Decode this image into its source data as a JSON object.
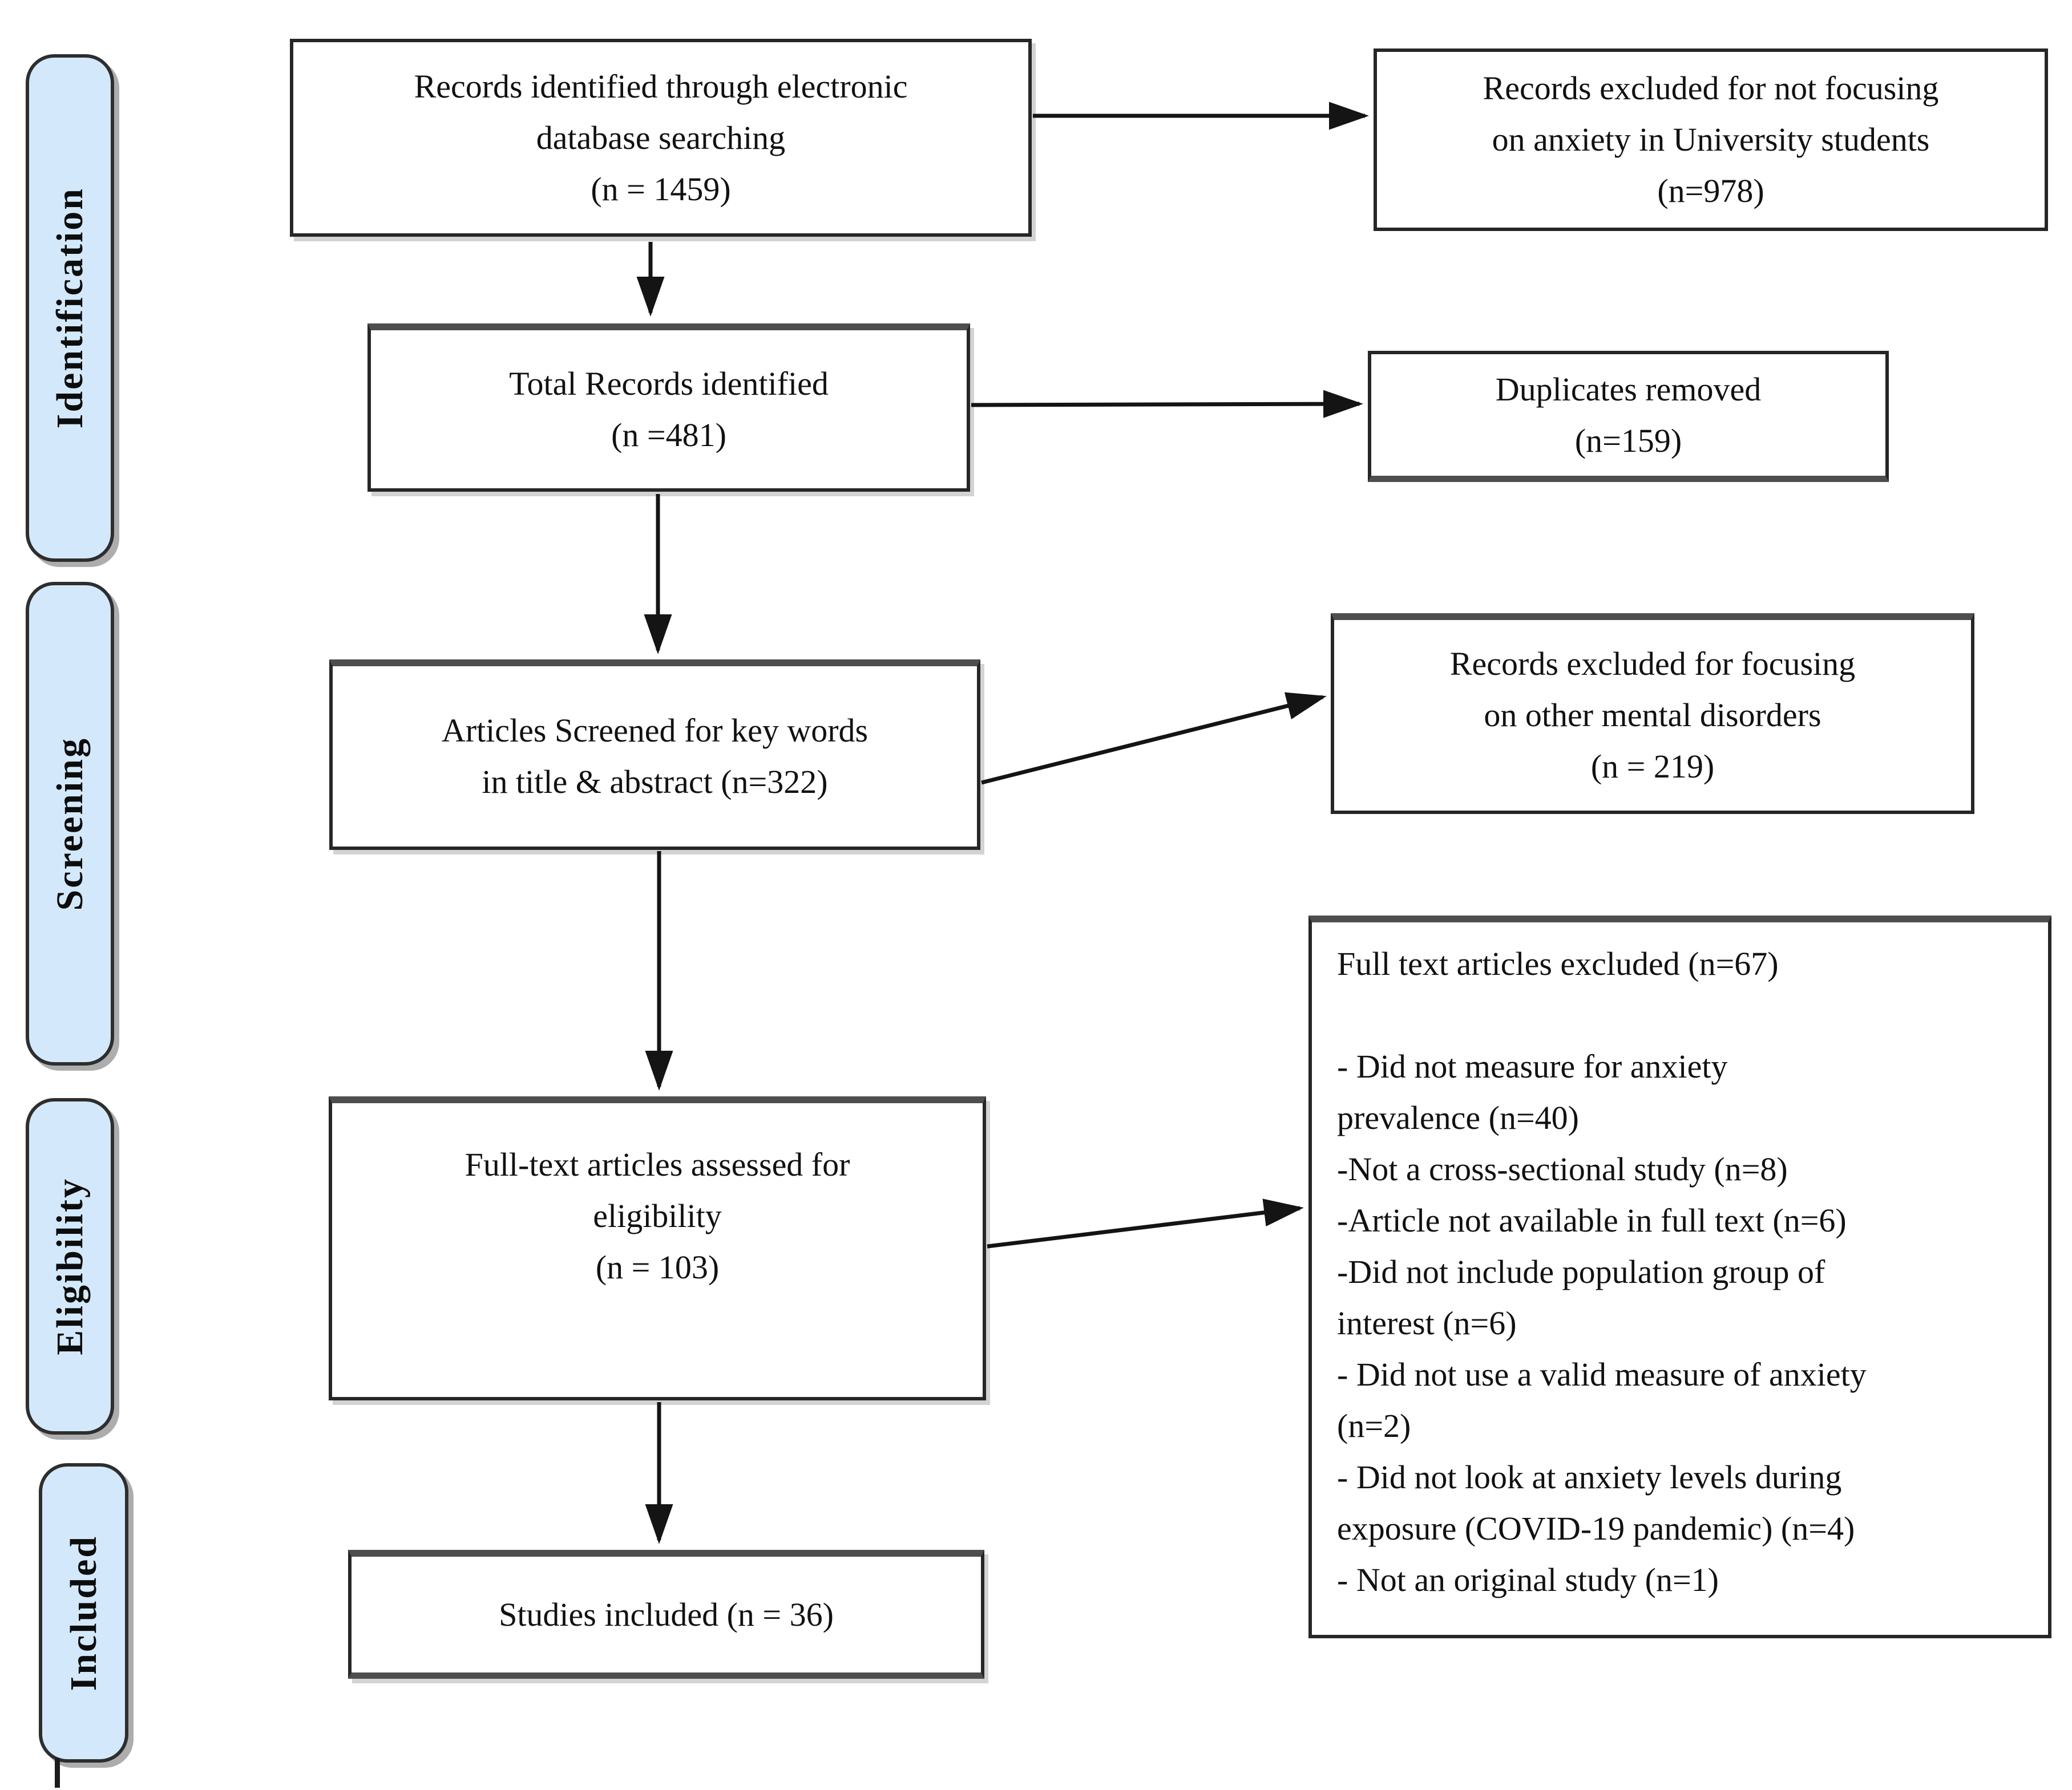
{
  "diagram": {
    "type": "PRISMA flow diagram",
    "stages": [
      {
        "label": "Identification"
      },
      {
        "label": "Screening"
      },
      {
        "label": "Eligibility"
      },
      {
        "label": "Included"
      }
    ],
    "boxes": {
      "identified": {
        "lines": [
          "Records identified through electronic",
          "database searching",
          "(n = 1459)"
        ]
      },
      "total_records": {
        "lines": [
          "Total Records identified",
          "(n =481)"
        ]
      },
      "screened": {
        "lines": [
          "Articles Screened for key words",
          "in title & abstract (n=322)"
        ]
      },
      "full_text_assessed": {
        "lines": [
          "Full-text articles assessed for",
          "eligibility",
          "(n = 103)"
        ]
      },
      "studies_included": {
        "lines": [
          "Studies included (n = 36)"
        ]
      },
      "excluded_not_focusing": {
        "lines": [
          "Records excluded for not focusing",
          "on anxiety in University students",
          "(n=978)"
        ]
      },
      "duplicates_removed": {
        "lines": [
          "Duplicates removed",
          "(n=159)"
        ]
      },
      "excluded_other_disorders": {
        "lines": [
          "Records excluded for focusing",
          "on other mental disorders",
          "(n = 219)"
        ]
      },
      "full_text_excluded": {
        "lines": [
          "Full text articles excluded (n=67)",
          "",
          "- Did not measure for anxiety",
          "prevalence (n=40)",
          "-Not a cross-sectional study (n=8)",
          "-Article not available in full text (n=6)",
          "-Did not include population group of",
          "interest (n=6)",
          "- Did not use a valid measure of anxiety",
          "(n=2)",
          "-  Did not look at anxiety levels during",
          "exposure (COVID-19 pandemic) (n=4)",
          "- Not an original study (n=1)"
        ]
      }
    },
    "colors": {
      "stage_fill": "#d3e9fb",
      "box_border": "#262626",
      "arrow": "#141414",
      "background": "#ffffff"
    }
  }
}
